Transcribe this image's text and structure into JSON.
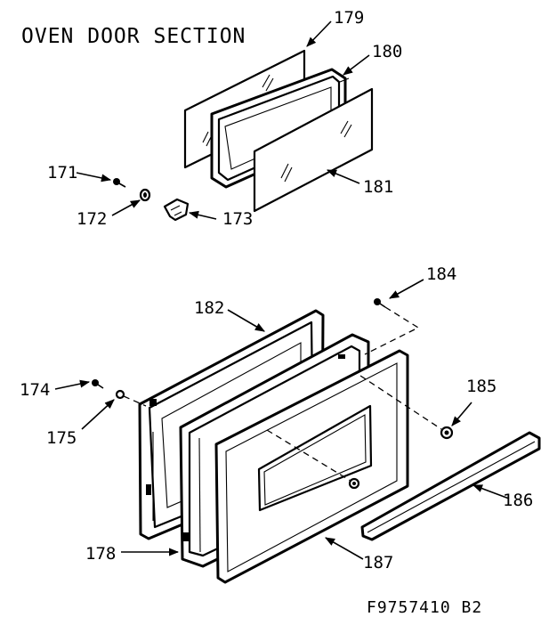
{
  "title": "OVEN DOOR SECTION",
  "drawing_code": "F9757410 B2",
  "callouts": {
    "c171": "171",
    "c172": "172",
    "c173": "173",
    "c174": "174",
    "c175": "175",
    "c178": "178",
    "c179": "179",
    "c180": "180",
    "c181": "181",
    "c182": "182",
    "c184": "184",
    "c185": "185",
    "c186": "186",
    "c187": "187"
  }
}
